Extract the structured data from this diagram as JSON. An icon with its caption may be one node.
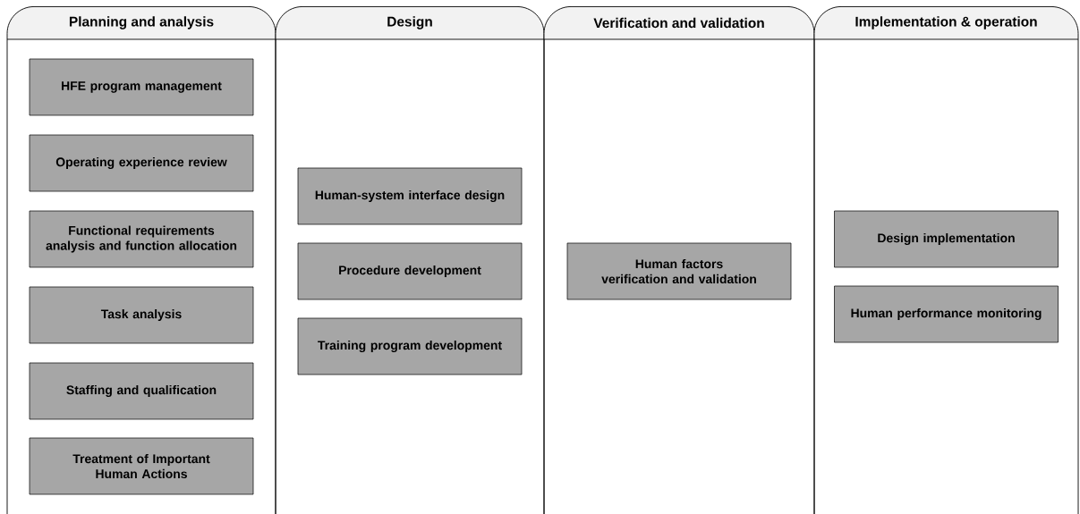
{
  "diagram": {
    "nodes": [
      {
        "text": [
          "Planning and analysis"
        ]
      },
      {
        "text": [
          "HFE program management"
        ],
        "in": 0
      },
      {
        "text": [
          "Operating experience review"
        ],
        "in": 0
      },
      {
        "text": [
          "Functional requirements analysis and function allocation"
        ],
        "in": 0
      },
      {
        "text": [
          "Task analysis"
        ],
        "in": 0
      },
      {
        "text": [
          "Staffing and qualification"
        ],
        "in": 0
      },
      {
        "text": [
          "Treatment of Important Human Actions"
        ],
        "in": 0
      },
      {
        "text": [
          "Design"
        ]
      },
      {
        "text": [
          "Human-system interface design"
        ],
        "in": 7
      },
      {
        "text": [
          "Procedure development"
        ],
        "in": 7
      },
      {
        "text": [
          "Training program development"
        ],
        "in": 7
      },
      {
        "text": [
          "Verification and validation"
        ]
      },
      {
        "text": [
          "Human factors verification and validation"
        ],
        "in": 11
      },
      {
        "text": [
          "Implementation & operation"
        ]
      },
      {
        "text": [
          "Design implementation"
        ],
        "in": 13
      },
      {
        "text": [
          "Human performance monitoring"
        ],
        "in": 13
      }
    ]
  }
}
